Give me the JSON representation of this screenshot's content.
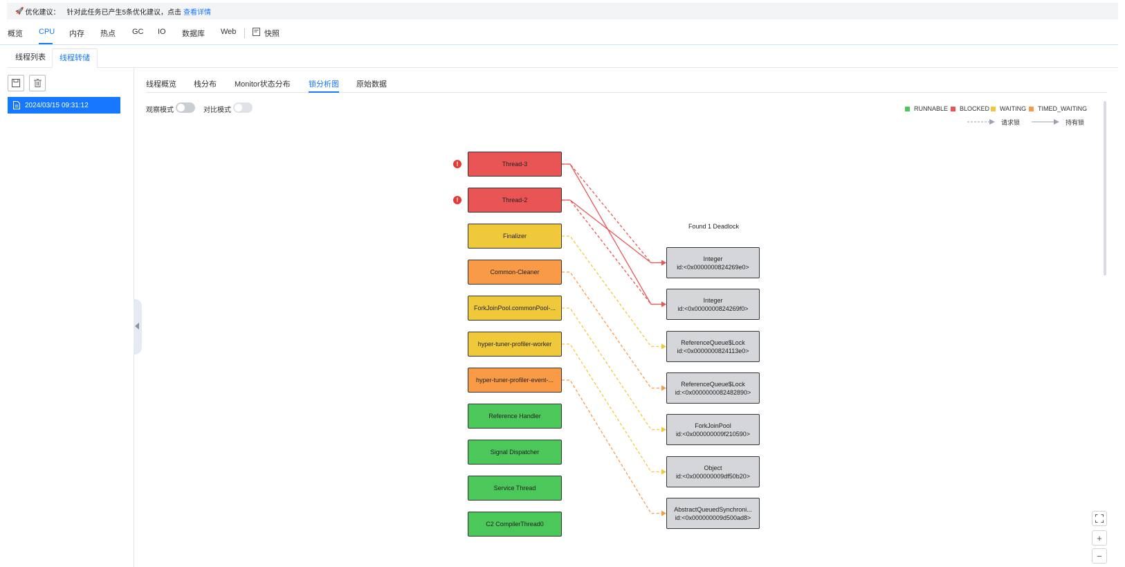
{
  "banner": {
    "icon": "rocket-icon",
    "title": "优化建议：",
    "message": "针对此任务已产生5条优化建议，点击",
    "link": "查看详情"
  },
  "main_tabs": [
    "概览",
    "CPU",
    "内存",
    "热点",
    "GC",
    "IO",
    "数据库",
    "Web",
    "快照"
  ],
  "main_tab_active": "CPU",
  "sub_tabs": [
    "线程列表",
    "线程转储"
  ],
  "sub_tab_active": "线程转储",
  "sidebar": {
    "toolbar_icons": [
      "save-icon",
      "trash-icon"
    ],
    "snapshot": "2024/03/15 09:31:12"
  },
  "inner_tabs": [
    "线程概览",
    "栈分布",
    "Monitor状态分布",
    "锁分析图",
    "原始数据"
  ],
  "inner_tab_active": "锁分析图",
  "toggles": {
    "observe_label": "观察模式",
    "compare_label": "对比模式",
    "observe_on": false,
    "compare_on": false
  },
  "legend": {
    "states": [
      {
        "label": "RUNNABLE",
        "color": "#4cc85a"
      },
      {
        "label": "BLOCKED",
        "color": "#e95555"
      },
      {
        "label": "WAITING",
        "color": "#f0c93a"
      },
      {
        "label": "TIMED_WAITING",
        "color": "#f99a47"
      }
    ],
    "request_lock": "请求锁",
    "hold_lock": "持有锁"
  },
  "graph": {
    "deadlock_label": "Found 1 Deadlock",
    "threads": [
      {
        "name": "Thread-3",
        "state": "BLOCKED",
        "color": "#e95555",
        "warning": true
      },
      {
        "name": "Thread-2",
        "state": "BLOCKED",
        "color": "#e95555",
        "warning": true
      },
      {
        "name": "Finalizer",
        "state": "WAITING",
        "color": "#f0c93a",
        "warning": false
      },
      {
        "name": "Common-Cleaner",
        "state": "TIMED_WAITING",
        "color": "#f99a47",
        "warning": false
      },
      {
        "name": "ForkJoinPool.commonPool-...",
        "state": "WAITING",
        "color": "#f0c93a",
        "warning": false
      },
      {
        "name": "hyper-tuner-profiler-worker",
        "state": "WAITING",
        "color": "#f0c93a",
        "warning": false
      },
      {
        "name": "hyper-tuner-profiler-event-...",
        "state": "TIMED_WAITING",
        "color": "#f99a47",
        "warning": false
      },
      {
        "name": "Reference Handler",
        "state": "RUNNABLE",
        "color": "#4cc85a",
        "warning": false
      },
      {
        "name": "Signal Dispatcher",
        "state": "RUNNABLE",
        "color": "#4cc85a",
        "warning": false
      },
      {
        "name": "Service Thread",
        "state": "RUNNABLE",
        "color": "#4cc85a",
        "warning": false
      },
      {
        "name": "C2 CompilerThread0",
        "state": "RUNNABLE",
        "color": "#4cc85a",
        "warning": false
      }
    ],
    "locks": [
      {
        "type": "Integer",
        "id": "id:<0x0000000824269e0>"
      },
      {
        "type": "Integer",
        "id": "id:<0x0000000824269f0>"
      },
      {
        "type": "ReferenceQueue$Lock",
        "id": "id:<0x0000000824113e0>"
      },
      {
        "type": "ReferenceQueue$Lock",
        "id": "id:<0x0000000082482890>"
      },
      {
        "type": "ForkJoinPool",
        "id": "id:<0x000000009f210590>"
      },
      {
        "type": "Object",
        "id": "id:<0x000000009df50b20>"
      },
      {
        "type": "AbstractQueuedSynchroni...",
        "id": "id:<0x000000009d500ad8>"
      }
    ],
    "edges": [
      {
        "from": 0,
        "to": 0,
        "kind": "request"
      },
      {
        "from": 0,
        "to": 1,
        "kind": "hold"
      },
      {
        "from": 1,
        "to": 0,
        "kind": "hold"
      },
      {
        "from": 1,
        "to": 1,
        "kind": "request"
      },
      {
        "from": 2,
        "to": 2,
        "kind": "request"
      },
      {
        "from": 3,
        "to": 3,
        "kind": "request"
      },
      {
        "from": 4,
        "to": 4,
        "kind": "request"
      },
      {
        "from": 5,
        "to": 5,
        "kind": "request"
      },
      {
        "from": 6,
        "to": 6,
        "kind": "request"
      }
    ]
  },
  "zoom_controls": [
    "fit-screen-icon",
    "zoom-in-icon",
    "zoom-out-icon"
  ]
}
